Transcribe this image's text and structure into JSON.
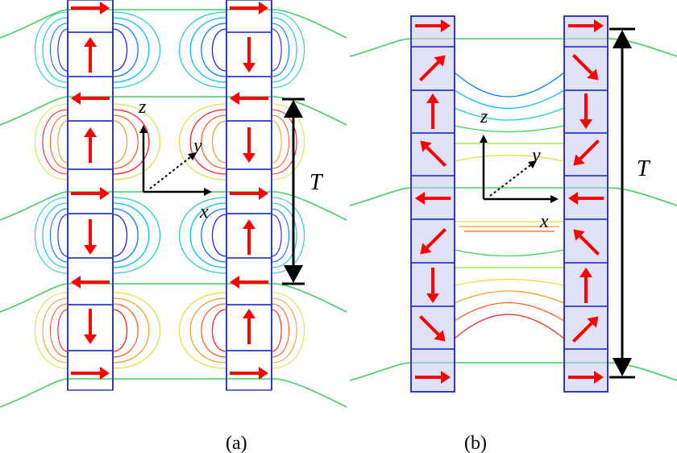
{
  "panels": [
    {
      "id": "a",
      "caption": "(a)",
      "axes": {
        "z": "z",
        "y": "y",
        "x": "x"
      },
      "period": "T",
      "arrows": [
        "right",
        "up",
        "left",
        "up",
        "right",
        "down",
        "left",
        "down",
        "right"
      ],
      "arrows_right_column": [
        "right",
        "down",
        "left",
        "down",
        "right",
        "up",
        "left",
        "up",
        "right"
      ]
    },
    {
      "id": "b",
      "caption": "(b)",
      "axes": {
        "z": "z",
        "y": "y",
        "x": "x"
      },
      "period": "T",
      "arrows": [
        "right",
        "up-right",
        "up",
        "up-left",
        "left",
        "down-left",
        "down",
        "down-right",
        "right"
      ],
      "arrows_right_column": [
        "right",
        "down-right",
        "down",
        "down-left",
        "left",
        "up-left",
        "up",
        "up-right",
        "right"
      ]
    }
  ],
  "colors": {
    "magnet_arrow": "#ff0000",
    "column_border": "#2a3cc8",
    "column_fill_b": "#c8c8ee",
    "period_bar": "#000000",
    "contours": [
      "#2020ff",
      "#0080ff",
      "#00c0ff",
      "#20d0c0",
      "#40d060",
      "#90e040",
      "#e0e040",
      "#f0a030",
      "#ff6020",
      "#ff2020"
    ]
  }
}
